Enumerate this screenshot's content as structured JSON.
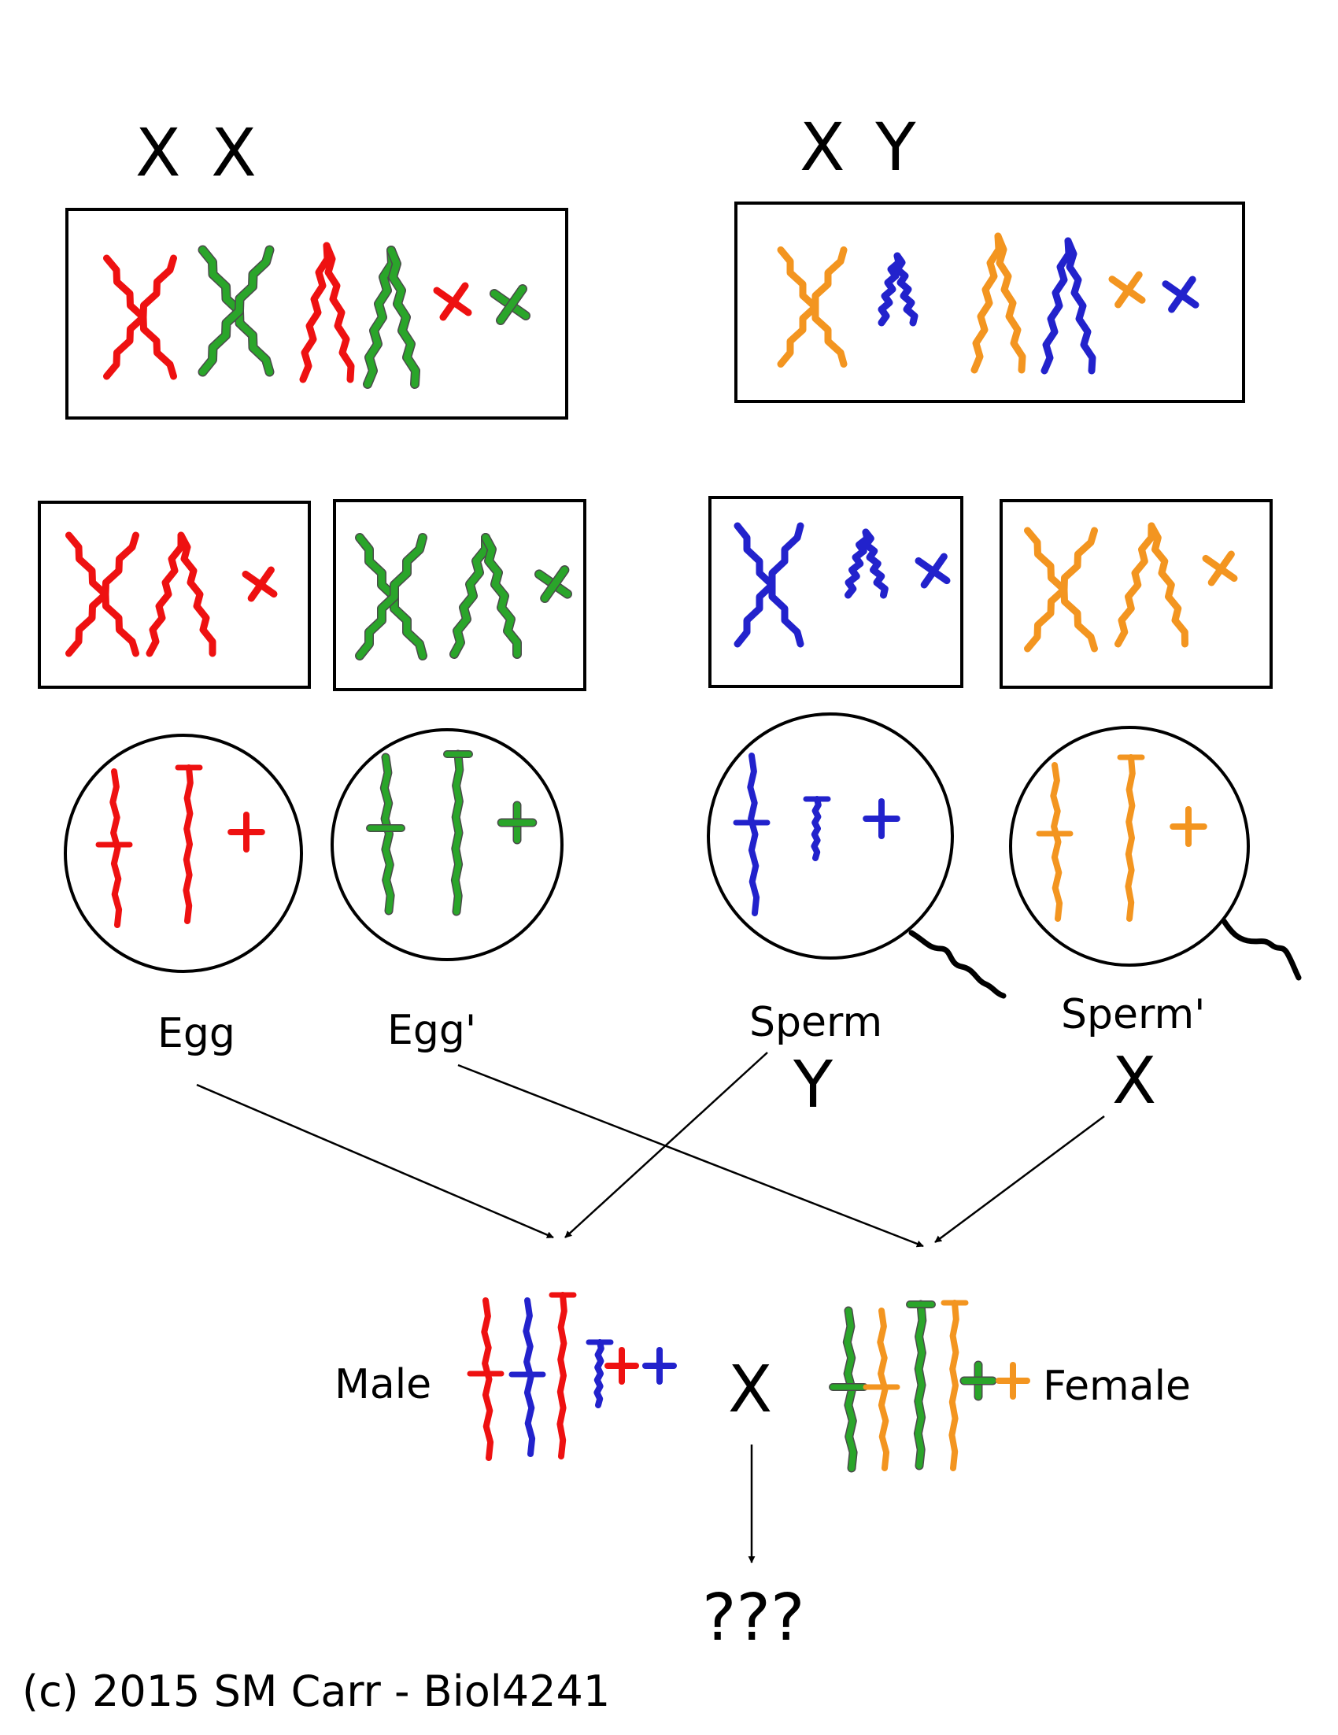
{
  "parents": {
    "female_label": "X X",
    "male_label": "X Y"
  },
  "gametes": {
    "egg": "Egg",
    "egg_prime": "Egg'",
    "sperm": "Sperm",
    "sperm_prime": "Sperm'",
    "sperm_sex": "Y",
    "sperm_prime_sex": "X"
  },
  "offspring": {
    "male": "Male",
    "female": "Female",
    "cross": "X",
    "result": "???"
  },
  "copyright": "(c) 2015 SM Carr - Biol4241",
  "colors": {
    "maternal_1": "#ee1111",
    "maternal_2": "#2aa52a",
    "paternal_1": "#f39520",
    "paternal_2": "#2222cc",
    "ink": "#000000"
  }
}
